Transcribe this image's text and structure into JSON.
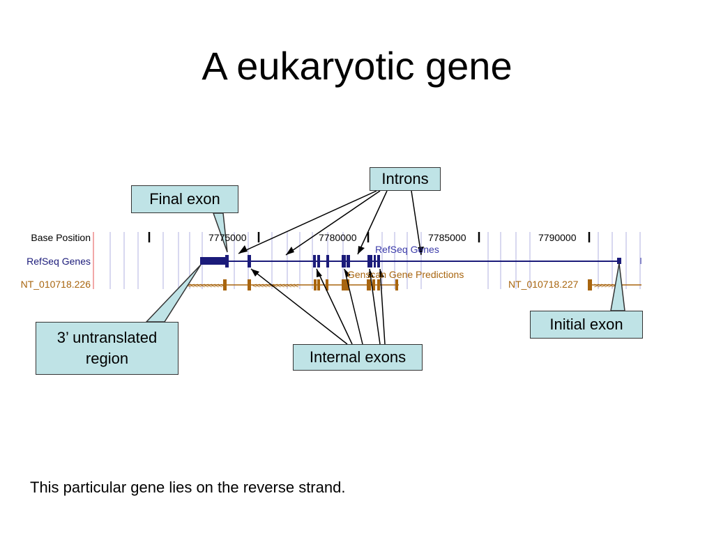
{
  "title": "A eukaryotic gene",
  "footnote": "This particular gene lies on the reverse strand.",
  "colors": {
    "callout_fill": "#bfe3e6",
    "refseq": "#1b1b7a",
    "genscan": "#a8650f",
    "grid": "#d8d8f0"
  },
  "tracks": {
    "base_position": "Base Position",
    "refseq": "RefSeq Genes",
    "nt_left": "NT_010718.226",
    "nt_right": "NT_010718.227",
    "refseq_center": "RefSeq Genes",
    "genscan_center": "Genscan Gene Predictions"
  },
  "positions": [
    "7775000",
    "7780000",
    "7785000",
    "7790000"
  ],
  "callouts": {
    "introns": "Introns",
    "final_exon": "Final exon",
    "utr": "3’ untranslated region",
    "internal_exons": "Internal exons",
    "initial_exon": "Initial exon"
  }
}
